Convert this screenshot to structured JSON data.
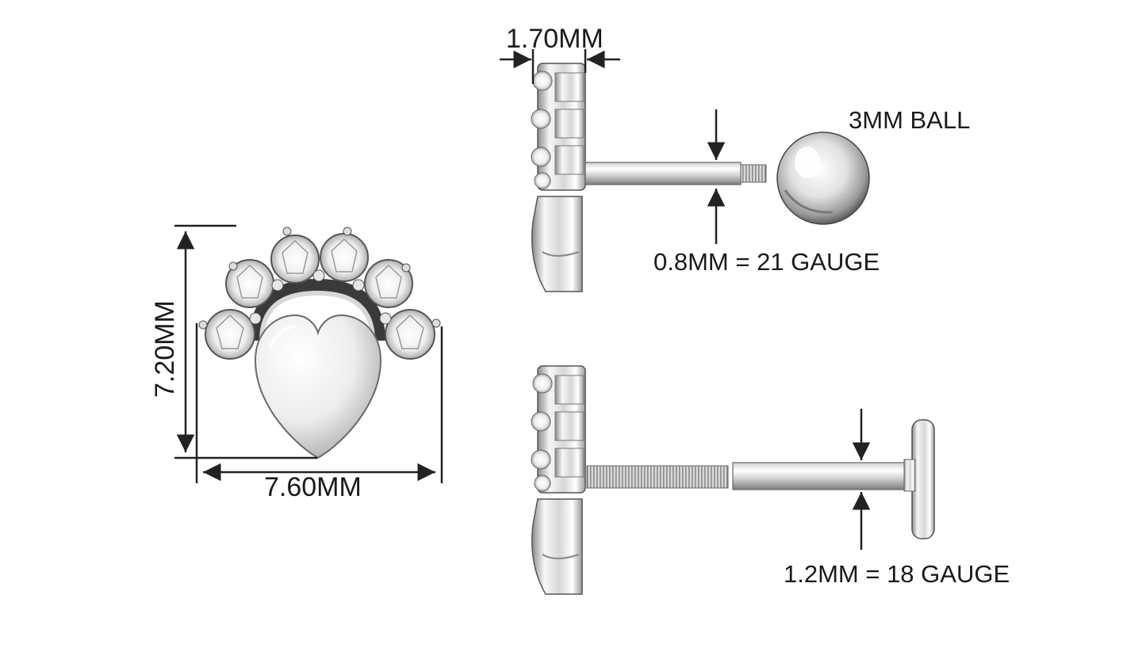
{
  "labels": {
    "width": "7.60MM",
    "height": "7.20MM",
    "thickness": "1.70MM",
    "ball": "3MM BALL",
    "gauge_top": "0.8MM = 21 GAUGE",
    "gauge_bottom": "1.2MM = 18 GAUGE"
  },
  "colors": {
    "metal_light": "#f4f4f4",
    "metal_mid": "#c9c9c9",
    "metal_dark": "#6f6f6f",
    "outline": "#222222",
    "text": "#1a1a1a"
  }
}
